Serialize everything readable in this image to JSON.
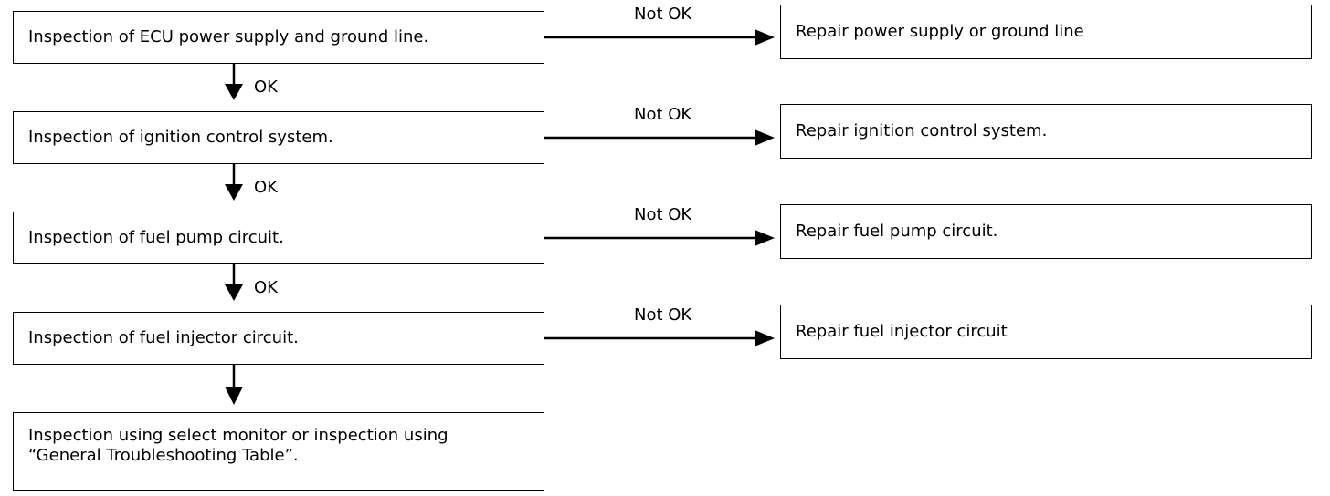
{
  "steps": [
    {
      "text": "Inspection of ECU power supply and ground line.",
      "ok": "OK",
      "not_ok": "Not OK",
      "repair": "Repair power supply or ground line"
    },
    {
      "text": "Inspection of ignition control system.",
      "ok": "OK",
      "not_ok": "Not OK",
      "repair": "Repair ignition control system."
    },
    {
      "text": "Inspection of fuel pump circuit.",
      "ok": "OK",
      "not_ok": "Not OK",
      "repair": "Repair fuel pump circuit."
    },
    {
      "text": "Inspection of fuel injector circuit.",
      "not_ok": "Not OK",
      "repair": "Repair fuel injector circuit"
    }
  ],
  "final": {
    "line1": "Inspection using select monitor or inspection using",
    "line2": "“General Troubleshooting Table”."
  }
}
